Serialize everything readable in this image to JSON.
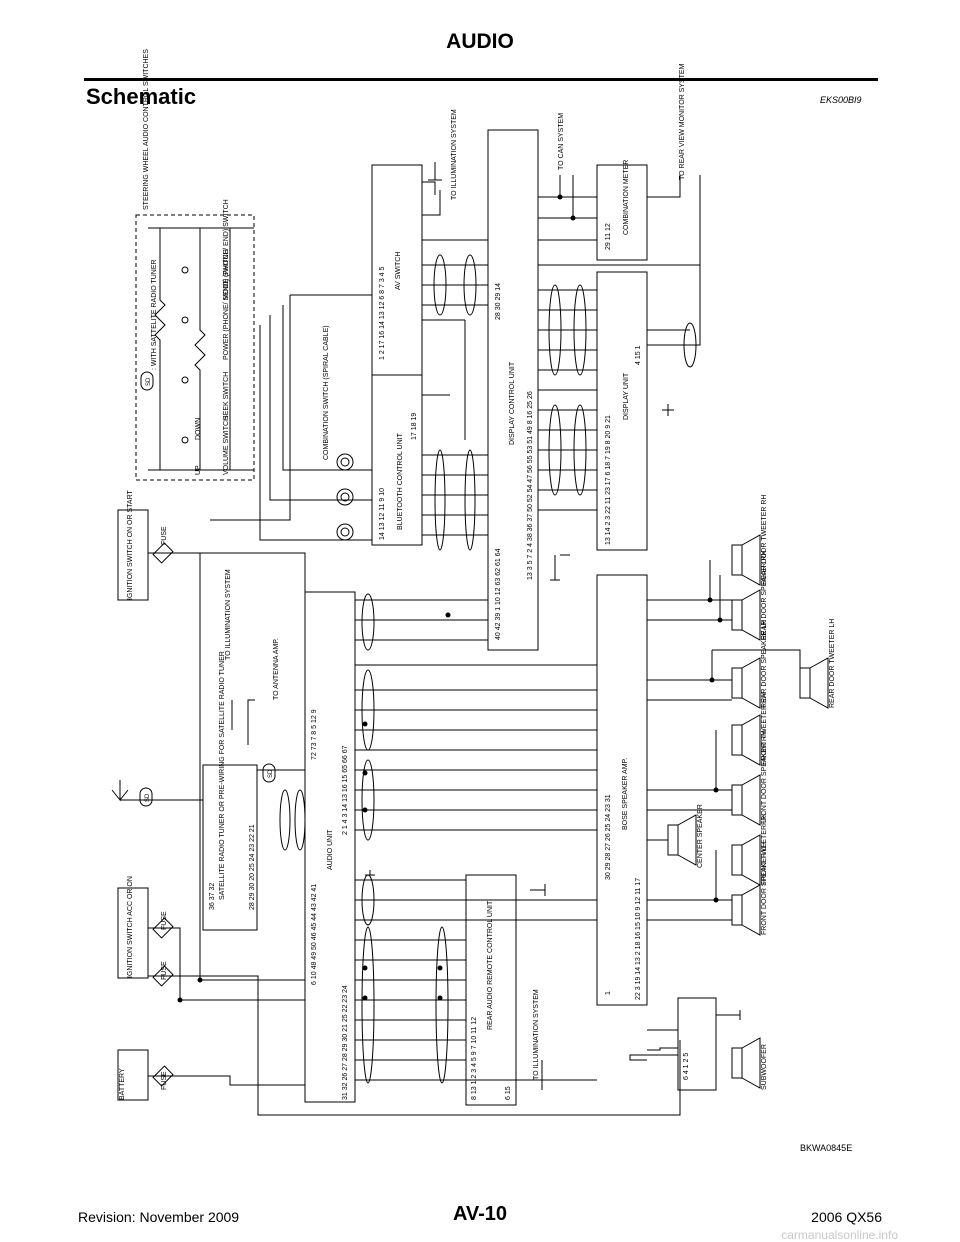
{
  "header": {
    "title": "AUDIO"
  },
  "section": {
    "title": "Schematic",
    "code": "EKS00BI9"
  },
  "legend": {
    "symbol": "SD",
    "text": ": WITH SATTELITE RADIO TUNER"
  },
  "labels": {
    "steering": "STEERING WHEEL AUDIO CONTROL SWITCHES",
    "volume": "VOLUME SWITCH",
    "seek": "SEEK SWITCH",
    "power": "POWER (PHONE/ SEND) SWITCH",
    "mode": "MODE (PHONE/ END) SWITCH",
    "up": "UP",
    "down": "DOWN",
    "combination": "COMBINATION SWITCH (SPIRAL CABLE)",
    "bluetooth": "BLUETOOTH CONTROL UNIT",
    "av_switch": "AV SWITCH",
    "illum": "TO ILLUMINATION SYSTEM",
    "display_control": "DISPLAY CONTROL UNIT",
    "to_can": "TO CAN SYSTEM",
    "combination_meter": "COMBINATION METER",
    "to_rear_view": "TO REAR VIEW MONITOR SYSTEM",
    "display_unit": "DISPLAY UNIT",
    "ign_start": "IGNITION SWITCH ON OR START",
    "ign_acc": "IGNITION SWITCH ACC OR ON",
    "battery": "BATTERY",
    "fuse": "FUSE",
    "satellite": "SATELLITE RADIO TUNER OR PRE-WIRING FOR SATELLITE RADIO TUNER",
    "to_antenna": "TO ANTENNA AMP.",
    "audio_unit": "AUDIO UNIT",
    "rear_remote": "REAR AUDIO REMOTE CONTROL UNIT",
    "bose_amp": "BOSE SPEAKER AMP.",
    "center_speaker": "CENTER SPEAKER",
    "subwoofer": "SUBWOOFER",
    "fr_door_lh": "FRONT DOOR SPEAKER LH",
    "fr_tweeter_lh": "FRONT TWEETER LH",
    "fr_door_rh": "FRONT DOOR SPEAKER RH",
    "fr_tweeter_rh": "FRONT TWEETER RH",
    "rr_door_lh": "REAR DOOR SPEAKER LH",
    "rr_tweeter_lh": "REAR DOOR TWEETER LH",
    "rr_door_rh": "REAR DOOR SPEAKER RH",
    "rr_tweeter_rh": "REAR DOOR TWEETER RH"
  },
  "pins": {
    "audio_top": "31 32 26 27 28 29 30 21 25 22 23 24",
    "audio_bot": "6 10 48 49 50 46 45 44 43 42 41",
    "audio_mid": "2 1 4 3 14 13 16 15 65 66 67",
    "audio_misc": "72 73 7 8 5 12 9",
    "sat": "28 29 30 20 25 24 23 22 21",
    "sat_misc": "36 37 32",
    "rear_remote": "8 13 1 2 3 4 5 9 7 10 11 12",
    "rear_remote_misc": "6 15",
    "bose_top": "30 29 28 27 26 25 24 23 31",
    "bose_bot": "22 3 19 14 13 2 18 16 15 10 9 12 11 17",
    "bose_misc": "1",
    "dcu_left": "40 42 39 1 10 12 63 62 61 64",
    "dcu_mid": "13 3 5 7 2 4 38 36 37 50 52 54 47 56 55 53 51 49 8 16 25 26",
    "dcu_right": "28 30 29 14",
    "display_unit": "13 14 2 3 22 11 23 17 6 18 7 19 8 20 9 21",
    "display_unit_misc": "4 15 1",
    "combination_meter": "29 11 12",
    "comb_switch": "14 13 12 11 9 10",
    "bluetooth": "17 18 19",
    "av_switch": "1 2 17 16 14 13 12 6 8 7 3 4 5",
    "subwoofer": "6 4 1 2 5"
  },
  "footer": {
    "figure_id": "BKWA0845E",
    "page": "AV-10",
    "revision": "Revision: November 2009",
    "model": "2006 QX56",
    "watermark": "carmanualsonline.info"
  }
}
